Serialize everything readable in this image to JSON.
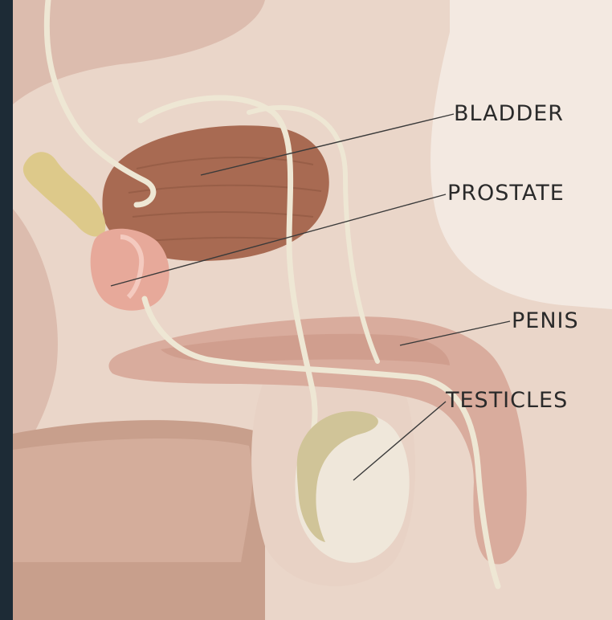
{
  "diagram": {
    "labels": {
      "bladder": "BLADDER",
      "prostate": "PROSTATE",
      "penis": "PENIS",
      "testicles": "TESTICLES"
    },
    "colors": {
      "background_panel": "#1d2b36",
      "skin": "#ead6c9",
      "tissue": "#dcbcae",
      "deep_tissue": "#c89f8c",
      "bladder": "#a86a52",
      "prostate": "#e7a99a",
      "penis": "#d9ac9d",
      "testicle": "#efe7da",
      "epididymis": "#d0c498",
      "vas_deferens": "#eee7d4"
    }
  }
}
